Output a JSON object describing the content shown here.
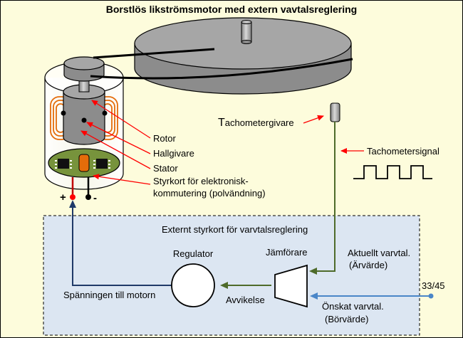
{
  "title": "Borstlös likströmsmotor med extern vavtalsreglering",
  "labels": {
    "rotor": "Rotor",
    "hallgivare": "Hallgivare",
    "stator": "Stator",
    "styrkort_line1": "Styrkort för elektronisk-",
    "styrkort_line2": "kommutering (polvändning)",
    "tachometergivare_initial": "T",
    "tachometergivare_rest": "achometergivare",
    "tachometersignal": "Tachometersignal",
    "plus": "+",
    "minus": "-"
  },
  "control_board": {
    "title": "Externt styrkort för varvtalsreglering",
    "regulator": "Regulator",
    "jamforare": "Jämförare",
    "aktuellt_line1": "Aktuellt varvtal.",
    "aktuellt_line2": "(Ärvärde)",
    "onskat_line1": "Önskat varvtal.",
    "onskat_line2": "(Börvärde)",
    "avvikelse": "Avvikelse",
    "spanningen": "Spänningen till motorn",
    "setpoint": "33/45"
  },
  "colors": {
    "red_arrow": "#ff0000",
    "green_line": "#4e6b2a",
    "blue_line": "#1f3a68",
    "setpoint_blue": "#4a86c8",
    "board_fill": "#dce6f2",
    "pcb_green": "#77933c",
    "coil_orange": "#e46c0a"
  }
}
